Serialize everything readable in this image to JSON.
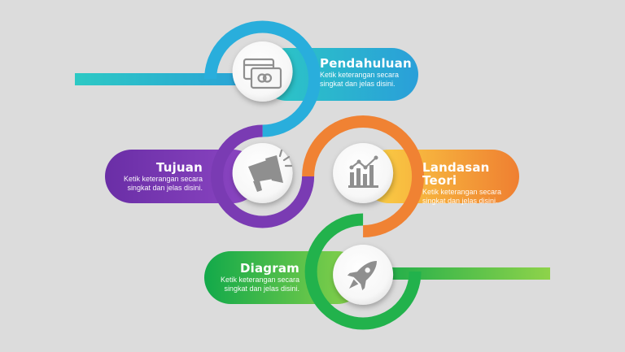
{
  "steps": [
    {
      "title": "Pendahuluan",
      "desc_line1": "Ketik keterangan secara",
      "desc_line2": "singkat dan jelas disini.",
      "color": "#29aedc",
      "icon": "credit-cards-icon"
    },
    {
      "title": "Tujuan",
      "desc_line1": "Ketik keterangan secara",
      "desc_line2": "singkat dan jelas disini.",
      "color": "#7a3bb3",
      "icon": "megaphone-icon"
    },
    {
      "title_line1": "Landasan",
      "title_line2": "Teori",
      "desc_line1": "Ketik keterangan secara",
      "desc_line2": "singkat dan jelas disini.",
      "color": "#f08233",
      "icon": "growth-chart-icon"
    },
    {
      "title": "Diagram",
      "desc_line1": "Ketik keterangan secara",
      "desc_line2": "singkat dan jelas disini.",
      "color": "#22b24c",
      "icon": "rocket-icon"
    }
  ],
  "colors": {
    "background": "#dcdcdc",
    "icon_gray": "#8f8f8f"
  }
}
